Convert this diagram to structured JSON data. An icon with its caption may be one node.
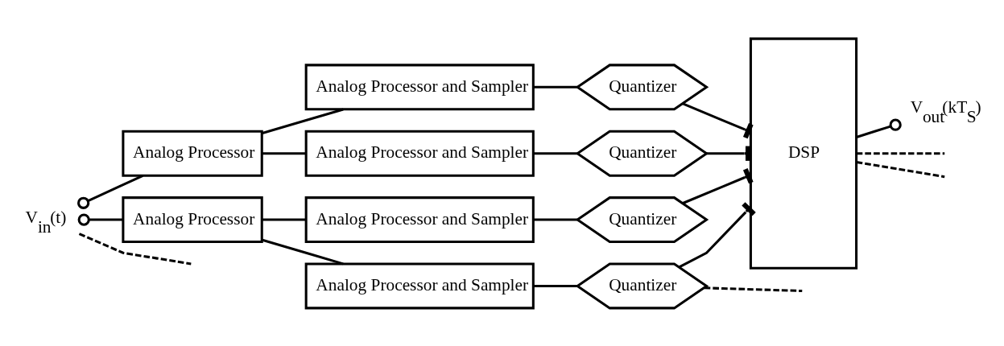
{
  "diagram": {
    "nodes": [
      {
        "text": [
          "V$_{in}$(t)"
        ]
      },
      {
        "text": [
          "Analog Processor"
        ]
      },
      {
        "text": [
          "Analog Processor"
        ]
      },
      {
        "text": [
          "Analog Processor and Sampler"
        ]
      },
      {
        "text": [
          "Analog Processor and Sampler"
        ]
      },
      {
        "text": [
          "Analog Processor and Sampler"
        ]
      },
      {
        "text": [
          "Analog Processor and Sampler"
        ]
      },
      {
        "text": [
          "Quantizer"
        ]
      },
      {
        "text": [
          "Quantizer"
        ]
      },
      {
        "text": [
          "Quantizer"
        ]
      },
      {
        "text": [
          "Quantizer"
        ]
      },
      {
        "text": [
          "DSP"
        ]
      },
      {
        "text": [
          "V$_{out}$(kT$_{S}$)"
        ]
      }
    ],
    "edges": [
      {
        "from": 0,
        "to": 1,
        "arrow": "other"
      },
      {
        "from": 0,
        "to": 2,
        "arrow": "other"
      },
      {
        "from": 0,
        "to": null,
        "arrow": "none",
        "style": "dashed"
      },
      {
        "from": 1,
        "to": 3,
        "arrow": "none"
      },
      {
        "from": 1,
        "to": 4,
        "arrow": "none"
      },
      {
        "from": 2,
        "to": 5,
        "arrow": "none"
      },
      {
        "from": 2,
        "to": 6,
        "arrow": "none"
      },
      {
        "from": 3,
        "to": 7,
        "arrow": "none"
      },
      {
        "from": 4,
        "to": 8,
        "arrow": "none"
      },
      {
        "from": 5,
        "to": 9,
        "arrow": "none"
      },
      {
        "from": 6,
        "to": 10,
        "arrow": "none"
      },
      {
        "from": 7,
        "to": 11,
        "arrow": "other"
      },
      {
        "from": 8,
        "to": 11,
        "arrow": "other"
      },
      {
        "from": 9,
        "to": 11,
        "arrow": "other"
      },
      {
        "from": 10,
        "to": 11,
        "arrow": "other"
      },
      {
        "from": 10,
        "to": null,
        "arrow": "none",
        "style": "dashed"
      },
      {
        "from": 11,
        "to": null,
        "arrow": "none",
        "style": "dashed"
      },
      {
        "from": 11,
        "to": null,
        "arrow": "none",
        "style": "dashed"
      },
      {
        "from": 11,
        "to": 12,
        "arrow": "other"
      }
    ]
  }
}
